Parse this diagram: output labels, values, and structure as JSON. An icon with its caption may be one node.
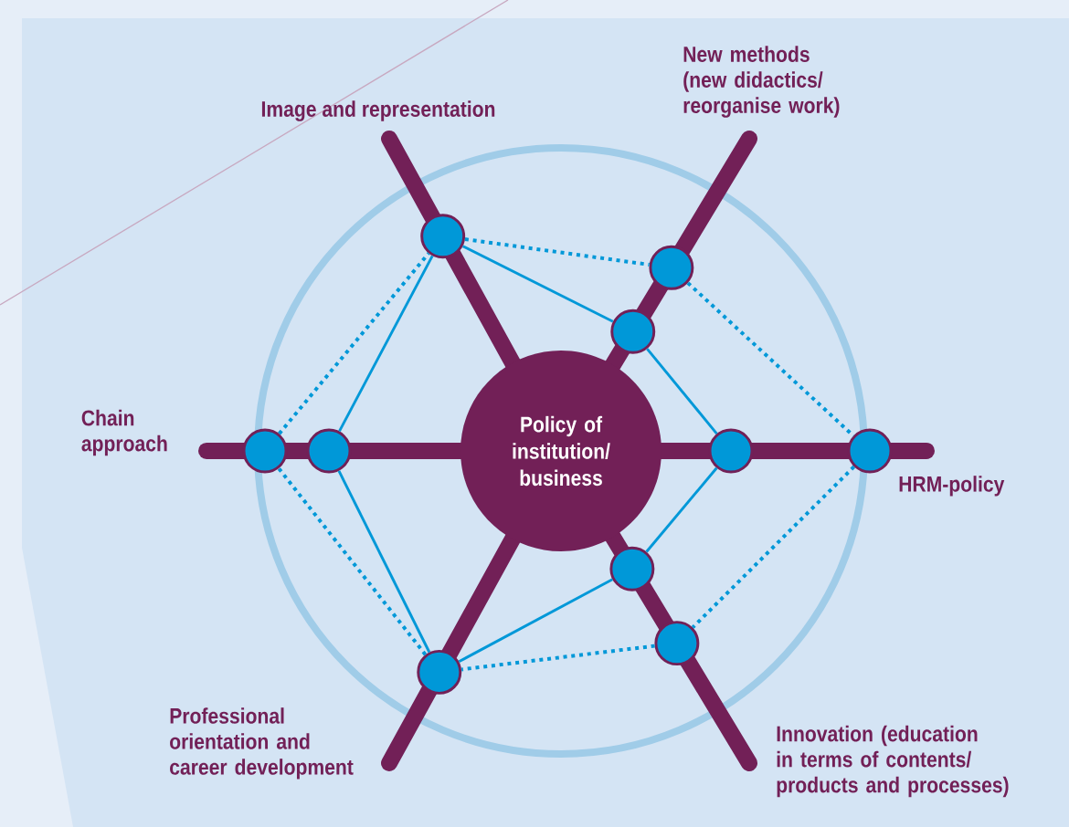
{
  "diagram": {
    "nodes": [
      {
        "text": [
          "Policy of institution/ business"
        ]
      },
      {
        "text": [],
        "shape": "circle"
      },
      {
        "text": [],
        "shape": "circle"
      },
      {
        "text": [],
        "shape": "circle"
      },
      {
        "text": [],
        "shape": "circle"
      },
      {
        "text": [],
        "shape": "circle"
      },
      {
        "text": [],
        "shape": "circle"
      },
      {
        "text": [],
        "shape": "circle"
      },
      {
        "text": [],
        "shape": "circle"
      },
      {
        "text": [],
        "shape": "circle"
      },
      {
        "text": [],
        "shape": "circle"
      }
    ],
    "edges": [
      {
        "from": 1,
        "to": 3,
        "arrow": "none"
      },
      {
        "from": 3,
        "to": 6,
        "arrow": "none"
      },
      {
        "from": 6,
        "to": 8,
        "arrow": "none"
      },
      {
        "from": 8,
        "to": 10,
        "arrow": "none"
      },
      {
        "from": 10,
        "to": 5,
        "arrow": "none"
      },
      {
        "from": 5,
        "to": 1,
        "arrow": "none"
      },
      {
        "from": 1,
        "to": 2,
        "arrow": "none",
        "style": "dashed"
      },
      {
        "from": 2,
        "to": 7,
        "arrow": "none",
        "style": "dashed"
      },
      {
        "from": 7,
        "to": 9,
        "arrow": "none",
        "style": "dashed"
      },
      {
        "from": 9,
        "to": 10,
        "arrow": "none",
        "style": "dashed"
      },
      {
        "from": 10,
        "to": 4,
        "arrow": "none",
        "style": "dashed"
      },
      {
        "from": 4,
        "to": 1,
        "arrow": "none",
        "style": "dashed"
      }
    ],
    "labels": [
      "New methods (new didactics/ reorganise work)",
      "Image and representation",
      "Chain approach",
      "HRM-policy",
      "Professional orientation and career development",
      "Innovation (education in terms of contents/ products and processes)"
    ]
  }
}
